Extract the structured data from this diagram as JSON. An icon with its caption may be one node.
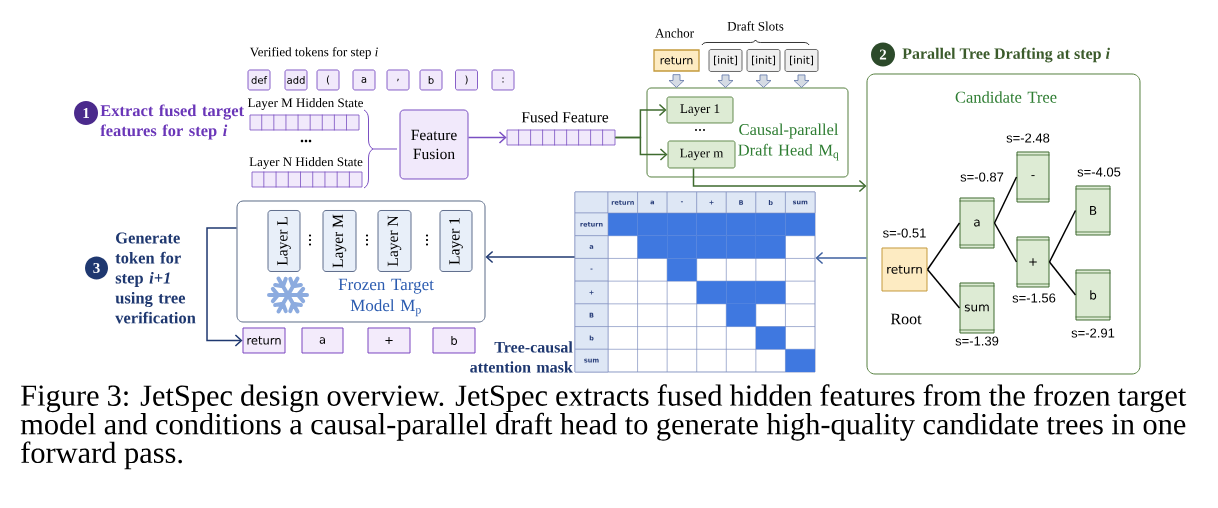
{
  "diagram": {
    "caption": "Figure 3: JetSpec design overview. JetSpec extracts fused hidden features from the frozen target model and conditions a causal-parallel draft head to generate high-quality candidate trees in one forward pass.",
    "nodes": [
      {
        "text": [
          "1"
        ],
        "beside": [
          "Extract fused target features for step *i*"
        ]
      },
      {
        "text": [
          "def"
        ]
      },
      {
        "text": [
          "add"
        ]
      },
      {
        "text": [
          "("
        ]
      },
      {
        "text": [
          "a"
        ]
      },
      {
        "text": [
          ","
        ]
      },
      {
        "text": [
          "b"
        ]
      },
      {
        "text": [
          ")"
        ]
      },
      {
        "text": [
          ":"
        ]
      },
      {
        "text": [
          "Layer M Hidden State"
        ]
      },
      {
        "text": [
          "Layer N Hidden State"
        ]
      },
      {
        "text": [
          "Feature Fusion"
        ]
      },
      {
        "text": [
          "Fused Feature"
        ]
      },
      {
        "text": [
          "return"
        ],
        "beside": [
          "Anchor"
        ]
      },
      {
        "text": [
          "[init]"
        ]
      },
      {
        "text": [
          "[init]"
        ]
      },
      {
        "text": [
          "[init]"
        ]
      },
      {
        "text": [
          "Causal-parallel Draft Head M$_{q}$"
        ]
      },
      {
        "text": [
          "Layer 1"
        ],
        "in": 17
      },
      {
        "text": [
          "Layer m"
        ],
        "in": 17
      },
      {
        "text": [
          "2"
        ],
        "beside": [
          "Parallel Tree Drafting at step *i*"
        ]
      },
      {
        "text": [
          "Candidate Tree"
        ]
      },
      {
        "text": [
          "return"
        ],
        "in": 21,
        "beside": [
          "s=-0.51",
          "Root"
        ]
      },
      {
        "text": [
          "a"
        ],
        "in": 21,
        "beside": [
          "s=-0.87"
        ]
      },
      {
        "text": [
          "sum"
        ],
        "in": 21,
        "beside": [
          "s=-1.39"
        ]
      },
      {
        "text": [
          "-"
        ],
        "in": 21,
        "beside": [
          "s=-2.48"
        ]
      },
      {
        "text": [
          "+"
        ],
        "in": 21,
        "beside": [
          "s=-1.56"
        ]
      },
      {
        "text": [
          "B"
        ],
        "in": 21,
        "beside": [
          "s=-4.05"
        ]
      },
      {
        "text": [
          "b"
        ],
        "in": 21,
        "beside": [
          "s=-2.91"
        ]
      },
      {
        "text": [
          "3"
        ],
        "beside": [
          "Generate token for step *i+1* using tree verification"
        ]
      },
      {
        "text": [
          "Frozen Target Model M$_{p}$"
        ]
      },
      {
        "text": [
          "Layer L"
        ],
        "in": 30
      },
      {
        "text": [
          "Layer M"
        ],
        "in": 30
      },
      {
        "text": [
          "Layer N"
        ],
        "in": 30
      },
      {
        "text": [
          "Layer 1"
        ],
        "in": 30
      },
      {
        "text": [
          "return",
          "a",
          "-",
          "+",
          "B",
          "b",
          "sum",
          "return",
          "a",
          "-",
          "+",
          "B",
          "b",
          "sum"
        ],
        "beside": [
          "Tree-causal attention mask"
        ]
      },
      {
        "text": [
          "return"
        ]
      },
      {
        "text": [
          "a"
        ]
      },
      {
        "text": [
          "+"
        ]
      },
      {
        "text": [
          "b"
        ]
      }
    ],
    "edges": [
      {
        "from": 11,
        "to": 12,
        "arrow": "to",
        "color": "#7a4fc2"
      },
      {
        "from": 12,
        "to": 18,
        "arrow": "to",
        "color": "#3f6b2f"
      },
      {
        "from": 12,
        "to": 19,
        "arrow": "to",
        "color": "#3f6b2f"
      },
      {
        "from": 13,
        "to": 17,
        "arrow": "to",
        "color": "#5d73a6"
      },
      {
        "from": 14,
        "to": 17,
        "arrow": "to",
        "color": "#5d73a6"
      },
      {
        "from": 15,
        "to": 17,
        "arrow": "to",
        "color": "#5d73a6"
      },
      {
        "from": 16,
        "to": 17,
        "arrow": "to",
        "color": "#5d73a6"
      },
      {
        "from": 19,
        "to": 21,
        "arrow": "to",
        "color": "#3f6b2f"
      },
      {
        "from": 21,
        "to": 35,
        "arrow": "to",
        "color": "#3d5f9f"
      },
      {
        "from": 35,
        "to": 30,
        "arrow": "to",
        "color": "#1f3870"
      },
      {
        "from": 30,
        "to": 36,
        "arrow": "to",
        "color": "#1f3870"
      },
      {
        "from": 22,
        "to": 23,
        "arrow": "none"
      },
      {
        "from": 22,
        "to": 24,
        "arrow": "none"
      },
      {
        "from": 23,
        "to": 25,
        "arrow": "none"
      },
      {
        "from": 23,
        "to": 26,
        "arrow": "none"
      },
      {
        "from": 26,
        "to": 27,
        "arrow": "none"
      },
      {
        "from": 26,
        "to": 28,
        "arrow": "none"
      }
    ],
    "labels": [
      "Draft Slots",
      "Verified tokens for step *i*",
      "...",
      "...",
      "...",
      "...",
      "..."
    ]
  }
}
